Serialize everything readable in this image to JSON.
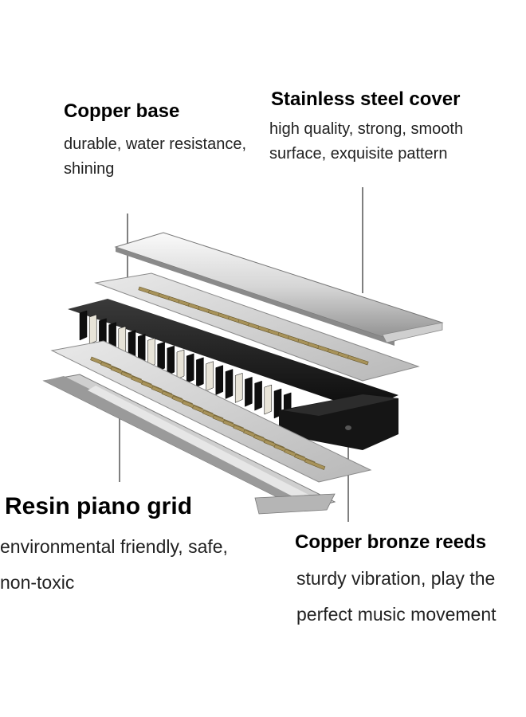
{
  "labels": {
    "copper_base": {
      "title": "Copper base",
      "description": "durable, water resistance, shining"
    },
    "stainless_steel_cover": {
      "title": "Stainless steel cover",
      "description": "high quality, strong, smooth surface, exquisite pattern"
    },
    "resin_piano_grid": {
      "title": "Resin piano grid",
      "description": "environmental friendly, safe, non-toxic"
    },
    "copper_bronze_reeds": {
      "title": "Copper bronze reeds",
      "description": "sturdy vibration, play the perfect music movement"
    }
  },
  "colors": {
    "steel_light": "#f2f2f2",
    "steel_dark": "#9a9a9a",
    "resin_black": "#1a1a1a",
    "reed_bronze": "#a8935a",
    "leader_line": "#555555"
  }
}
